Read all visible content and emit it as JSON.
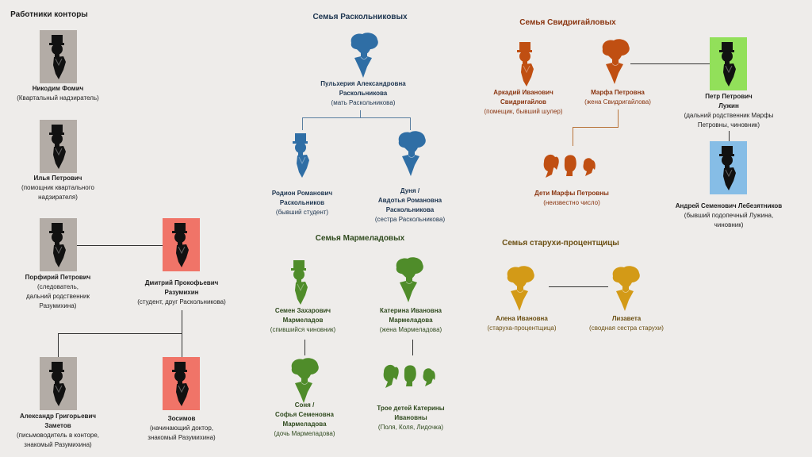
{
  "colors": {
    "office_box": "#b3aca6",
    "razumikhin_box": "#f07468",
    "luzhin_box": "#92e05a",
    "lebezyatnikov_box": "#86bde6",
    "raskolnikov_family": "#2f6ea5",
    "marmeladov_family": "#4f8c2a",
    "svidrigailov_family": "#c04f12",
    "pawnbroker_family": "#d39a17"
  },
  "groups": {
    "office": "Работники конторы",
    "raskolnikov": "Семья Раскольниковых",
    "marmeladov": "Семья Мармеладовых",
    "svidrigailov": "Семья Свидригайловых",
    "pawnbroker": "Семья старухи-процентщицы"
  },
  "people": {
    "nikodim": {
      "name": "Никодим Фомич",
      "desc": "(Квартальный надзиратель)",
      "icon": "man-top-hat-icon"
    },
    "ilya": {
      "name": "Илья Петрович",
      "desc": "(помощник квартального\nнадзирателя)",
      "icon": "man-top-hat-icon"
    },
    "porfiry": {
      "name": "Порфирий Петрович",
      "desc": "(следователь,\nдальний родственник\nРазумихина)",
      "icon": "man-top-hat-icon"
    },
    "razumikhin": {
      "name": "Дмитрий Прокофьевич\nРазумихин",
      "desc": "(студент, друг Раскольникова)",
      "icon": "man-top-hat-icon"
    },
    "zametov": {
      "name": "Александр Григорьевич\nЗаметов",
      "desc": "(письмоводитель в конторе,\nзнакомый Разумихина)",
      "icon": "man-top-hat-icon"
    },
    "zosimov": {
      "name": "Зосимов",
      "desc": "(начинающий доктор,\nзнакомый Разумихина)",
      "icon": "man-top-hat-icon"
    },
    "pulkheria": {
      "name": "Пульхерия Александровна\nРаскольникова",
      "desc": "(мать Раскольникова)",
      "icon": "woman-icon"
    },
    "rodion": {
      "name": "Родион Романович\nРаскольников",
      "desc": "(бывший студент)",
      "icon": "man-top-hat-icon"
    },
    "dunya": {
      "name": "Дуня  /\nАвдотья Романовна\nРаскольникова",
      "desc": "(сестра Раскольникова)",
      "icon": "woman-icon"
    },
    "semen": {
      "name": "Семен Захарович\nМармеладов",
      "desc": "(спившийся чиновник)",
      "icon": "man-top-hat-icon"
    },
    "katerina": {
      "name": "Катерина Ивановна\nМармеладова",
      "desc": "(жена Мармеладова)",
      "icon": "woman-icon"
    },
    "sonya": {
      "name": "Соня /\nСофья Семеновна\nМармеладова",
      "desc": "(дочь Мармеладова)",
      "icon": "woman-icon"
    },
    "katerina_children": {
      "name": "Трое  детей Катерины\nИвановны",
      "desc": "(Поля, Коля, Лидочка)",
      "icon": "children-icon"
    },
    "arkadiy": {
      "name": "Аркадий Иванович\nСвидригайлов",
      "desc": "(помещик, бывший шулер)",
      "icon": "man-top-hat-icon"
    },
    "marfa": {
      "name": "Марфа  Петровна",
      "desc": "(жена Свидригайлова)",
      "icon": "woman-icon"
    },
    "marfa_children": {
      "name": "Дети Марфы Петровны",
      "desc": "(неизвестно число)",
      "icon": "children-icon"
    },
    "luzhin": {
      "name": "Петр Петрович\nЛужин",
      "desc": "(дальний родственник Марфы\nПетровны, чиновник)",
      "icon": "man-top-hat-icon"
    },
    "lebezyatnikov": {
      "name": "Андрей Семенович Лебезятников",
      "desc": "(бывший подопечный Лужина,\nчиновник)",
      "icon": "man-top-hat-icon"
    },
    "alena": {
      "name": "Алена Ивановна",
      "desc": "(старуха-процентщица)",
      "icon": "woman-icon"
    },
    "lizaveta": {
      "name": "Лизавета",
      "desc": "(сводная сестра старухи)",
      "icon": "woman-icon"
    }
  }
}
